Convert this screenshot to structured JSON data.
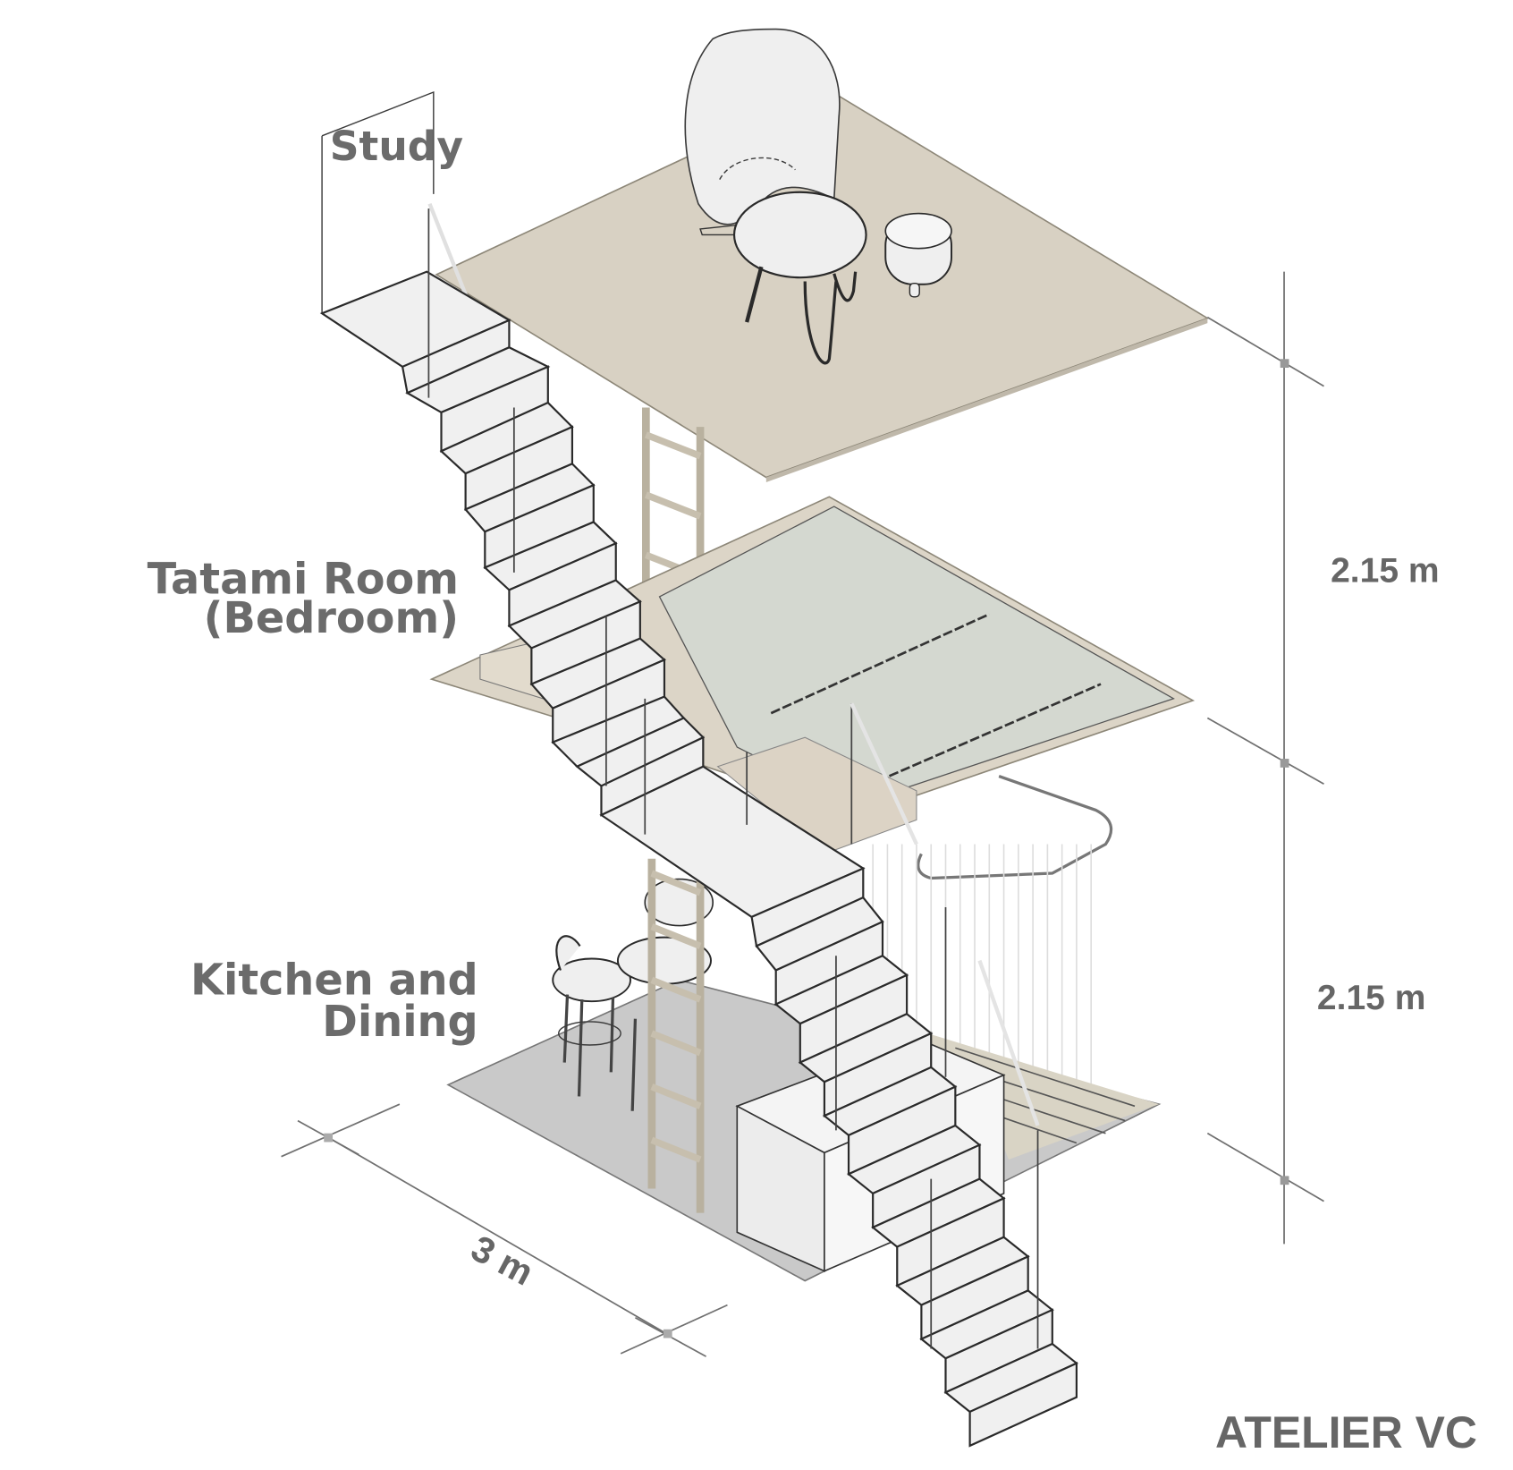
{
  "diagram": {
    "type": "isometric architectural cutaway",
    "levels": [
      {
        "id": "study",
        "label": "Study",
        "floor_color": "#d8d1c3"
      },
      {
        "id": "tatami",
        "label_line1": "Tatami Room",
        "label_line2": "(Bedroom)",
        "floor_color": "#d4d8d0",
        "frame_color": "#dcd5c7"
      },
      {
        "id": "kitchen",
        "label_line1": "Kitchen and",
        "label_line2": "Dining",
        "floor_color": "#c9c9c9"
      }
    ],
    "dimensions": {
      "upper_height": "2.15 m",
      "lower_height": "2.15 m",
      "width": "3 m"
    },
    "watermark": "ATELIER VC",
    "colors": {
      "text": "#6b6b6b",
      "line": "#2a2a2a",
      "dimension": "#707070",
      "ladder": "#b9b19f",
      "stair": "#f0f0f0"
    }
  }
}
